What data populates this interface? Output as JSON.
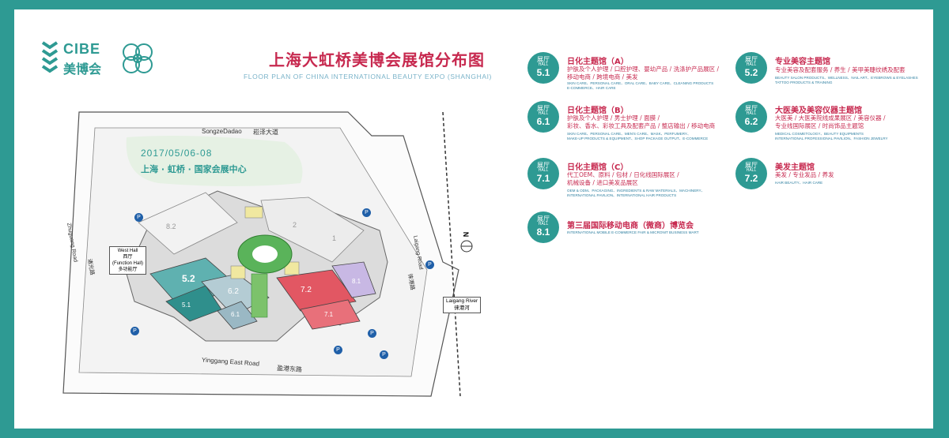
{
  "logo": {
    "brand": "CIBE",
    "brand_cn": "美博会"
  },
  "title": {
    "cn": "上海大虹桥美博会展馆分布图",
    "en": "FLOOR PLAN OF CHINA INTERNATIONAL BEAUTY EXPO (SHANGHAI)"
  },
  "map": {
    "date": "2017/05/06-08",
    "venue": "上海 · 虹桥 · 国家会展中心",
    "road_top_en": "SongzeDadao",
    "road_top_cn": "崧泽大道",
    "road_bottom_en": "Yinggang East Road",
    "road_bottom_cn": "盈港东路",
    "road_left_en": "Zhuguang Road",
    "road_left_cn": "诸光路",
    "road_right_en": "Laigang Road",
    "road_right_cn": "徕港路",
    "river_en": "Laigang River",
    "river_cn": "徕港河",
    "west_hall": [
      "West Hall",
      "西厅",
      "(Function Hall)",
      "多功能厅"
    ],
    "north_label": "N",
    "parking_label": "P",
    "hall_numbers": [
      "5.2",
      "5.1",
      "6.2",
      "6.1",
      "7.2",
      "7.1",
      "8.2",
      "8.1",
      "1",
      "2"
    ]
  },
  "halls": [
    {
      "label": "展厅",
      "hall": "HALL",
      "num": "5.1",
      "name": "日化主题馆（A）",
      "cn": [
        "护肤及个人护理 / 口腔护理、婴幼产品 / 洗涤护产品展区 /",
        "移动电商 / 跨境电商 / 美发"
      ],
      "en": [
        "SKIN CARE、PERSONAL CARE、ORAL CARE、BABY CARE、CLEANING PRODUCTS",
        "E-COMMERCE、HAIR CARE"
      ]
    },
    {
      "label": "展厅",
      "hall": "HALL",
      "num": "6.1",
      "name": "日化主题馆（B）",
      "cn": [
        "护肤及个人护理 / 男士护理 / 面膜 /",
        "彩妆、香水、彩妆工具及配套产品 / 整店输出 / 移动电商"
      ],
      "en": [
        "SKIN CARE、PERSONAL CARE、MEN'S CARE、MASK、PERFUMERY、",
        "MAKE-UP PRODUCTS & EQUIPMENT、SHOP PACKAGE OUTPUT、E-COMMERCE"
      ]
    },
    {
      "label": "展厅",
      "hall": "HALL",
      "num": "7.1",
      "name": "日化主题馆（C）",
      "cn": [
        "代工OEM、原料 / 包材 / 日化线国际展区 /",
        "机械设备 / 进口美发品展区"
      ],
      "en": [
        "OEM & ODM、PACKAGING、INGREDIENTS & RAW MATERIALS、MACHINERY、",
        "INTERNATIONAL PAVILION、INTERNATIONAL HAIR PRODUCTS"
      ]
    },
    {
      "label": "展厅",
      "hall": "HALL",
      "num": "8.1",
      "name": "第三届国际移动电商（微商）博览会",
      "cn": [],
      "en": [
        "INTERNATIONAL MOBILE E-COMMERCE FAIR & MICRONIT BUSINESS MART"
      ]
    },
    {
      "label": "展厅",
      "hall": "HALL",
      "num": "5.2",
      "name": "专业美容主题馆",
      "cn": [
        "专业美容及配套服务 / 养生 / 美甲美睫纹绣及配套"
      ],
      "en": [
        "BEAUTY SALON PRODUCTS、WELLNESS、NAIL ART、EYEBROWS & EYELASHES",
        "TATTOO PRODUCTS & TRAINING"
      ]
    },
    {
      "label": "展厅",
      "hall": "HALL",
      "num": "6.2",
      "name": "大医美及美容仪器主题馆",
      "cn": [
        "大医美 / 大医美院线成果展区 / 美容仪器 /",
        "专业线国际展区 / 时尚饰品主题馆"
      ],
      "en": [
        "MEDICAL COSMETOLOGY、BEAUTY EQUIPMENTS",
        "INTERNATIONAL PROFESSIONAL PAVILION、FASHION JEWELRY"
      ]
    },
    {
      "label": "展厅",
      "hall": "HALL",
      "num": "7.2",
      "name": "美发主题馆",
      "cn": [
        "美发 / 专业发品 / 养发"
      ],
      "en": [
        "HAIR BEAUTY、HAIR CARE"
      ]
    }
  ]
}
